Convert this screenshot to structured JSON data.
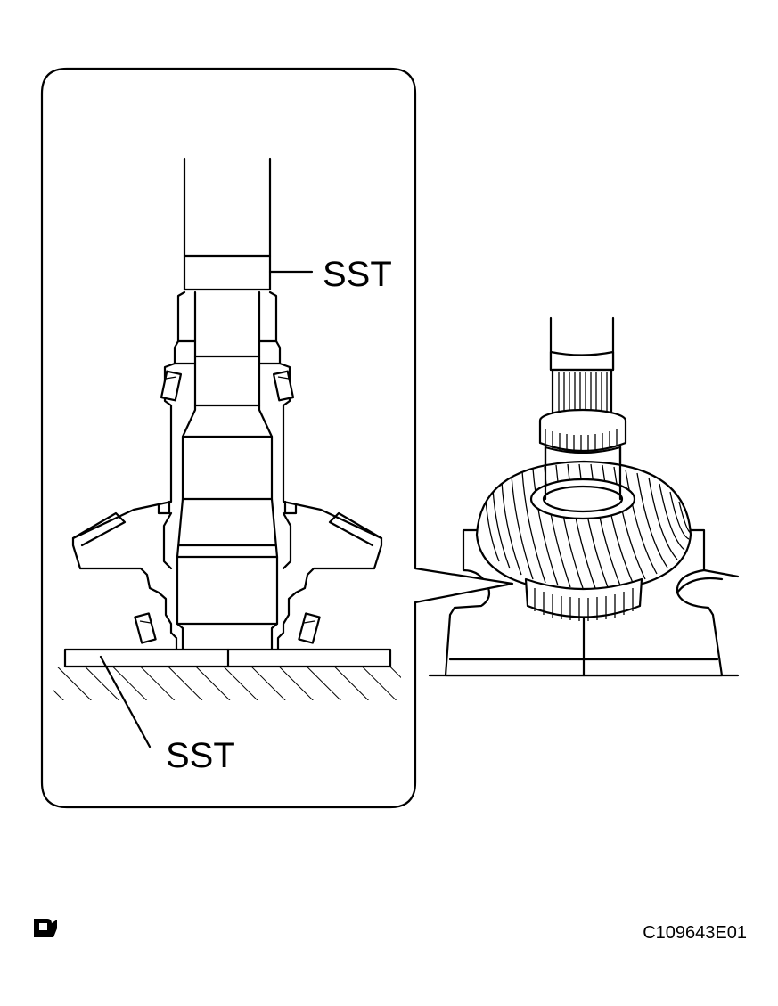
{
  "labels": {
    "sst_upper": "SST",
    "sst_lower": "SST",
    "figure_code": "C109643E01"
  },
  "icons": {
    "corner_mark": "press-operation-icon"
  },
  "colors": {
    "line": "#000000",
    "background": "#ffffff"
  }
}
